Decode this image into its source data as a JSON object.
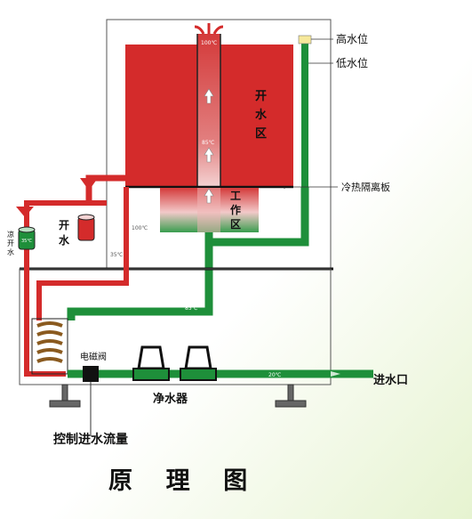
{
  "diagram": {
    "title": "原    理    图",
    "labels": {
      "high_level": "高水位",
      "low_level": "低水位",
      "boiling_zone_1": "开",
      "boiling_zone_2": "水",
      "boiling_zone_3": "区",
      "working_zone_1": "工",
      "working_zone_2": "作",
      "working_zone_3": "区",
      "thermal_baffle": "冷热隔离板",
      "boiled_water_1": "开",
      "boiled_water_2": "水",
      "cool_boiled_1": "凉",
      "cool_boiled_2": "开",
      "cool_boiled_3": "水",
      "solenoid_valve": "电磁阀",
      "purifier": "净水器",
      "water_inlet": "进水口",
      "flow_control": "控制进水流量"
    },
    "temps": {
      "top": "100℃",
      "mid": "85℃",
      "pipe_hot": "100℃",
      "pipe_warm": "35℃",
      "preheat": "85℃",
      "inlet": "20℃",
      "cup": "35℃"
    },
    "colors": {
      "hot": "#d32a2a",
      "cold": "#1e8f3a",
      "frame": "#333333"
    }
  }
}
